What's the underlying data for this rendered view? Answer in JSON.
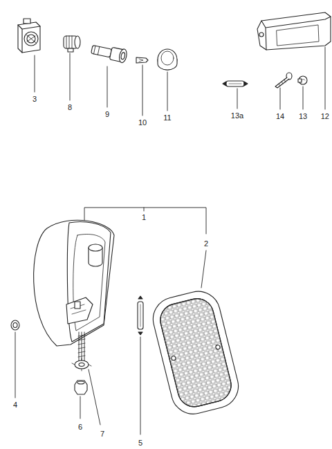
{
  "diagram": {
    "labels": [
      "3",
      "8",
      "9",
      "10",
      "11",
      "13a",
      "14",
      "13",
      "12",
      "1",
      "2",
      "4",
      "6",
      "7",
      "5"
    ]
  }
}
